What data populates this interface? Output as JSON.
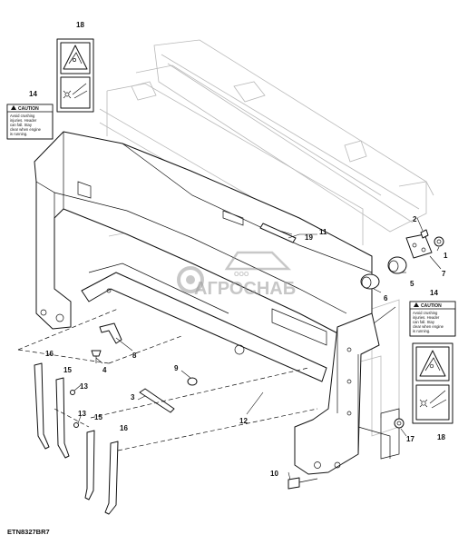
{
  "figure_code": "ETN8327BR7",
  "watermark": {
    "brand": "АГРОСНАБ",
    "prefix": "ООО"
  },
  "callouts": {
    "c1": "1",
    "c2": "2",
    "c3": "3",
    "c4": "4",
    "c5": "5",
    "c6": "6",
    "c7": "7",
    "c8": "8",
    "c9": "9",
    "c10": "10",
    "c11": "11",
    "c12": "12",
    "c13a": "13",
    "c13b": "13",
    "c14a": "14",
    "c14b": "14",
    "c15a": "15",
    "c15b": "15",
    "c16a": "16",
    "c16b": "16",
    "c17": "17",
    "c18a": "18",
    "c18b": "18",
    "c19": "19"
  },
  "caution_label": {
    "heading": "CAUTION",
    "lines": [
      "Avoid crushing",
      "injuries. Header",
      "can fall. Stay",
      "clear when engine",
      "is running."
    ]
  },
  "colors": {
    "line": "#111111",
    "ghost": "#b8b8b8",
    "watermark": "#9a9a9a"
  }
}
